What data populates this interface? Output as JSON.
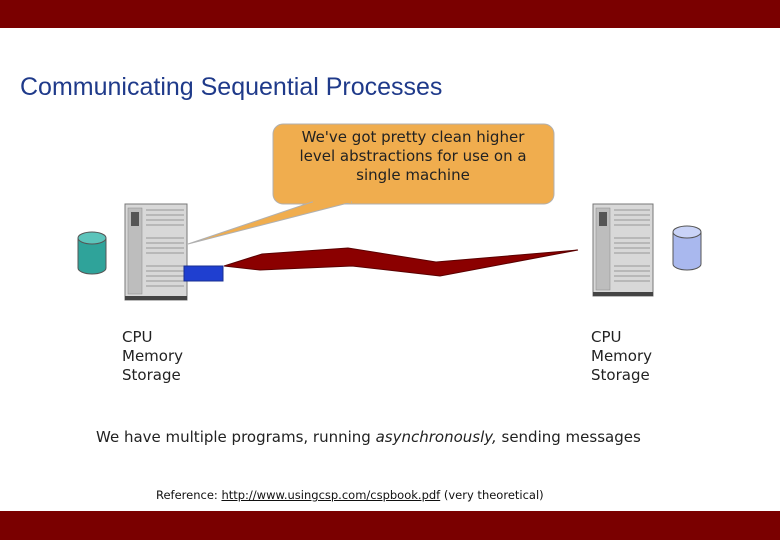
{
  "slide": {
    "title": "Communicating Sequential Processes"
  },
  "callout": {
    "lines": [
      "We've got pretty clean higher",
      "level abstractions for use on a",
      "single machine"
    ],
    "fill": "#f0ad4e",
    "border": "#b0b0b0"
  },
  "machines": {
    "left": {
      "labels": [
        "CPU",
        "Memory",
        "Storage"
      ],
      "storage_color": "#2fa39a"
    },
    "right": {
      "labels": [
        "CPU",
        "Memory",
        "Storage"
      ],
      "storage_color": "#a9b8ee"
    }
  },
  "caption": {
    "before": "We have multiple programs, running ",
    "emphasis": "asynchronously,",
    "after": " sending messages"
  },
  "reference": {
    "prefix": "Reference: ",
    "link": "http://www.usingcsp.com/cspbook.pdf",
    "suffix": " (very theoretical)"
  },
  "colors": {
    "bar": "#7a0000",
    "title": "#1f3a8a",
    "message_link": "#8b0000",
    "packet": "#1f3fd0"
  },
  "icons": [
    "server-icon",
    "database-icon",
    "lightning-link-icon",
    "packet-icon"
  ]
}
